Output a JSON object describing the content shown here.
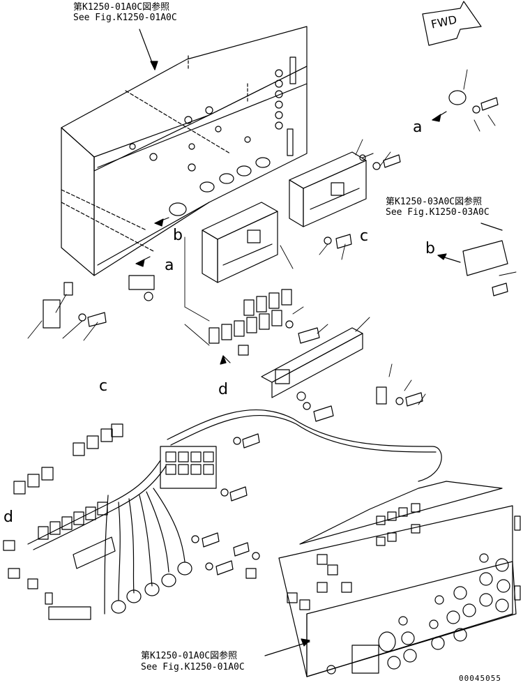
{
  "references": {
    "top": {
      "jp": "第K1250-01A0C図参照",
      "en": "See Fig.K1250-01A0C"
    },
    "right": {
      "jp": "第K1250-03A0C図参照",
      "en": "See Fig.K1250-03A0C"
    },
    "bottom": {
      "jp": "第K1250-01A0C図参照",
      "en": "See Fig.K1250-01A0C"
    }
  },
  "direction_badge": "FWD",
  "connection_letters": {
    "a_top": "a",
    "a_mid": "a",
    "b_mid": "b",
    "b_right": "b",
    "c_right": "c",
    "c_harness": "c",
    "d_mid": "d",
    "d_left": "d"
  },
  "part_number": "00045055"
}
